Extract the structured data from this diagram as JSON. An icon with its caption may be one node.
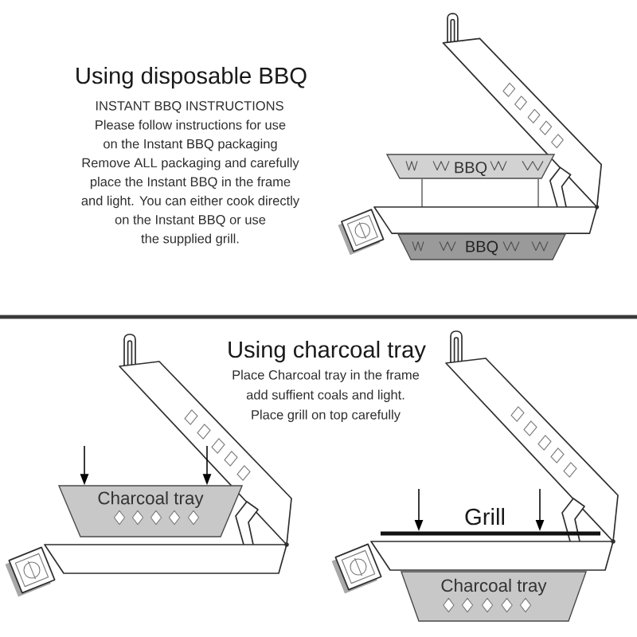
{
  "diagram": {
    "nodes": [
      {
        "text": [
          "BBQ"
        ]
      },
      {
        "text": [
          "BBQ"
        ]
      },
      {
        "text": [
          "Charcoal tray"
        ]
      },
      {
        "text": [
          "Grill"
        ]
      },
      {
        "text": [
          "Charcoal tray"
        ]
      }
    ],
    "edges": [
      {
        "from": null,
        "to": 2,
        "arrow": "to"
      },
      {
        "from": null,
        "to": 2,
        "arrow": "to"
      },
      {
        "from": null,
        "to": 3,
        "arrow": "to"
      },
      {
        "from": null,
        "to": 3,
        "arrow": "to"
      }
    ],
    "labels": [
      "Using disposable BBQ",
      "INSTANT BBQ INSTRUCTIONS",
      "Please follow instructions for use on the Instant BBQ packaging Remove ALL packaging and carefully place the Instant BBQ in the frame and light. You can either cook directly on the Instant BBQ or use the supplied grill.",
      "Using charcoal tray",
      "Place Charcoal tray in the frame add suffient coals and light. Place grill on top carefully"
    ]
  }
}
